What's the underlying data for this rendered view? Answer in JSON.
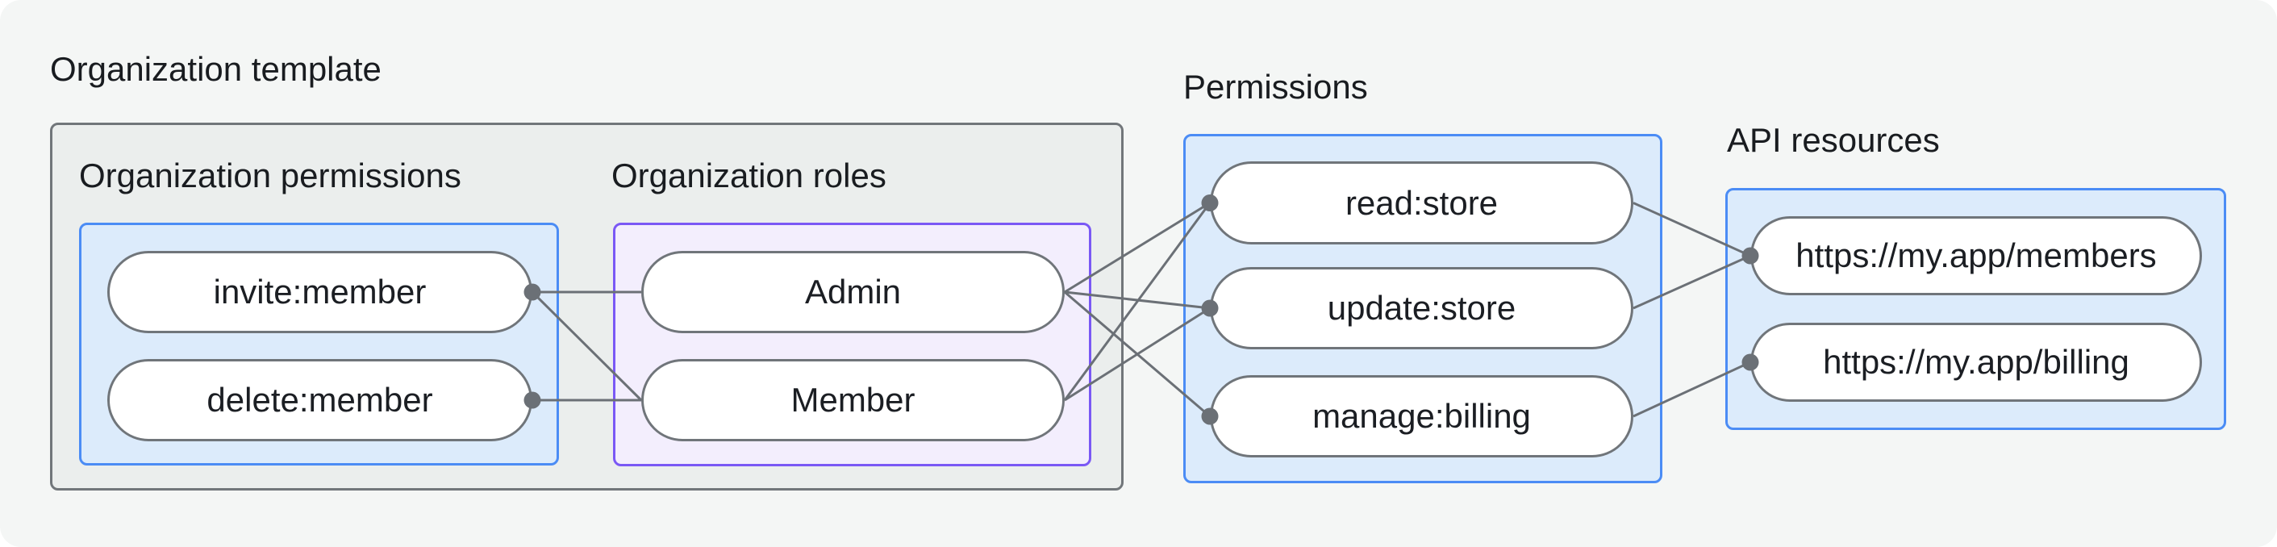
{
  "diagram_title": "Organization template",
  "sections": {
    "template": {
      "title": "Organization template"
    },
    "org_permissions": {
      "title": "Organization permissions",
      "items": [
        "invite:member",
        "delete:member"
      ]
    },
    "org_roles": {
      "title": "Organization roles",
      "items": [
        "Admin",
        "Member"
      ]
    },
    "permissions": {
      "title": "Permissions",
      "items": [
        "read:store",
        "update:store",
        "manage:billing"
      ]
    },
    "api_resources": {
      "title": "API resources",
      "items": [
        "https://my.app/members",
        "https://my.app/billing"
      ]
    }
  },
  "edges": [
    {
      "from": "invite",
      "to": "admin",
      "dot": "source"
    },
    {
      "from": "invite",
      "to": "member",
      "dot": "source"
    },
    {
      "from": "delete",
      "to": "member",
      "dot": "source"
    },
    {
      "from": "admin",
      "to": "read",
      "dot": "target"
    },
    {
      "from": "admin",
      "to": "update",
      "dot": "target"
    },
    {
      "from": "admin",
      "to": "manage",
      "dot": "target"
    },
    {
      "from": "member",
      "to": "read",
      "dot": "target"
    },
    {
      "from": "member",
      "to": "update",
      "dot": "target"
    },
    {
      "from": "read",
      "to": "members",
      "dot": "target"
    },
    {
      "from": "update",
      "to": "members",
      "dot": "target"
    },
    {
      "from": "manage",
      "to": "billing",
      "dot": "target"
    }
  ],
  "colors": {
    "page_background": "#f4f6f5",
    "container_fill": "#ebeeed",
    "container_border": "#71767a",
    "blue_fill": "#dcebfb",
    "blue_border": "#4b8cf5",
    "purple_fill": "#f3eefd",
    "purple_border": "#7a58f5",
    "pill_fill": "#ffffff",
    "pill_border": "#70757a",
    "connector": "#6b7076",
    "text": "#1b1e23"
  }
}
